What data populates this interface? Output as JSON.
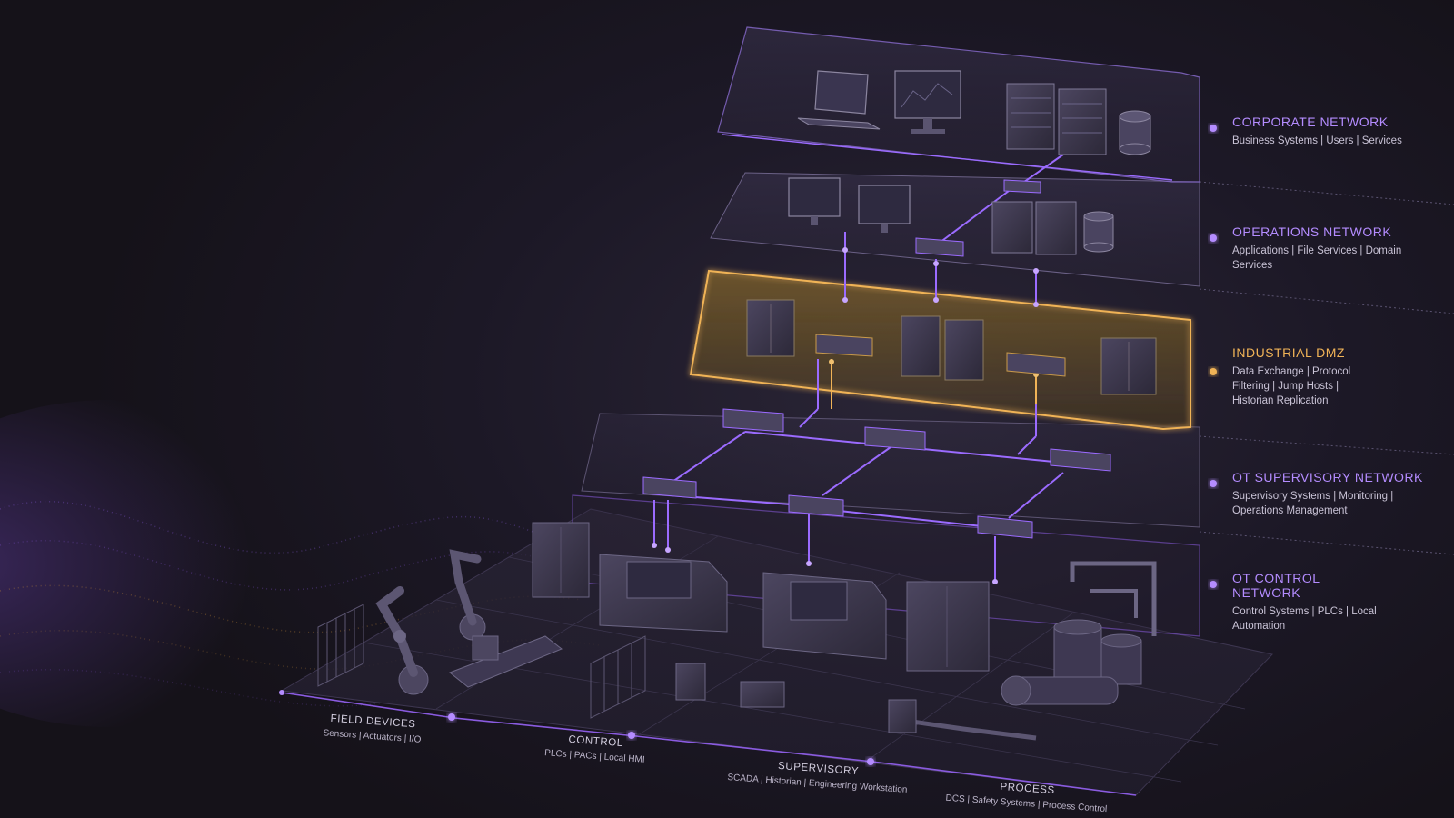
{
  "colors": {
    "background": "#17141f",
    "accent_purple": "#9b6bff",
    "accent_amber": "#e8a84a",
    "label_text": "#c9c3d6"
  },
  "layers": [
    {
      "id": "corporate",
      "title": "CORPORATE NETWORK",
      "description": "Business Systems | Users | Services",
      "color": "#b48cff"
    },
    {
      "id": "operations",
      "title": "OPERATIONS NETWORK",
      "description": "Applications | File Services | Domain Services",
      "color": "#b48cff"
    },
    {
      "id": "dmz",
      "title": "INDUSTRIAL DMZ",
      "description": "Data Exchange | Protocol Filtering | Jump Hosts | Historian Replication",
      "color": "#f0b357"
    },
    {
      "id": "supervisory",
      "title": "OT SUPERVISORY NETWORK",
      "description": "Supervisory Systems | Monitoring | Operations Management",
      "color": "#b48cff"
    },
    {
      "id": "control",
      "title": "OT CONTROL NETWORK",
      "description": "Control Systems | PLCs | Local Automation",
      "color": "#b48cff"
    }
  ],
  "zones": [
    {
      "id": "field",
      "title": "FIELD DEVICES",
      "description": "Sensors | Actuators | I/O"
    },
    {
      "id": "control",
      "title": "CONTROL",
      "description": "PLCs | PACs | Local HMI"
    },
    {
      "id": "supervisory",
      "title": "SUPERVISORY",
      "description": "SCADA | Historian | Engineering Workstation"
    },
    {
      "id": "process",
      "title": "PROCESS",
      "description": "DCS | Safety Systems | Process Control"
    }
  ]
}
